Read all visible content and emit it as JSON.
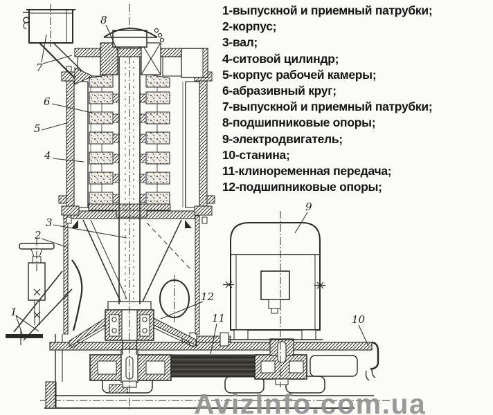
{
  "legend": {
    "items": [
      "1-выпускной и приемный патрубки;",
      "2-корпус;",
      "3-вал;",
      "4-ситовой цилиндр;",
      "5-корпус рабочей камеры;",
      "6-абразивный круг;",
      "7-выпускной и приемный патрубки;",
      "8-подшипниковые опоры;",
      "9-электродвигатель;",
      "10-станина;",
      "11-клиноременная передача;",
      "12-подшипниковые опоры;"
    ]
  },
  "diagram": {
    "part_labels": [
      "1",
      "2",
      "3",
      "4",
      "5",
      "6",
      "7",
      "8",
      "9",
      "10",
      "11",
      "12"
    ]
  },
  "watermark": {
    "text": "AvizInfo.com.ua"
  },
  "colors": {
    "ink": "#2a2a28",
    "paper": "#fbfbf8",
    "watermark_gray": "#8f8f8f",
    "belt_dark": "#3e3d37",
    "disc_fill": "#efece6"
  }
}
